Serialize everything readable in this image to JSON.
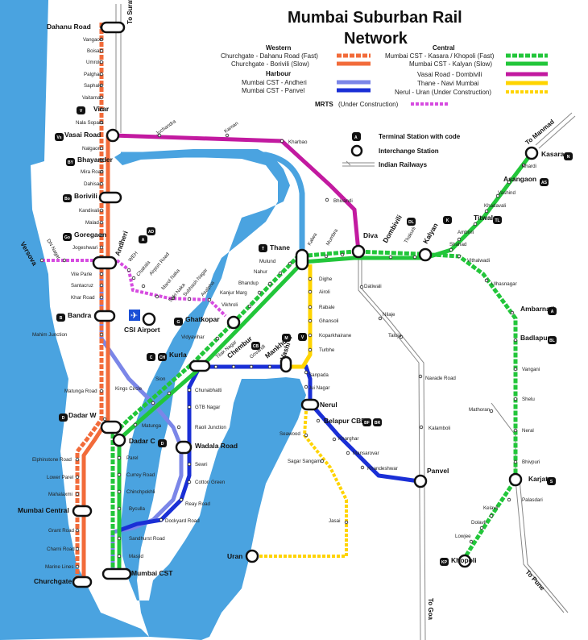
{
  "title": {
    "line1": "Mumbai Suburban Rail",
    "line2": "Network"
  },
  "directions": {
    "surat": "To Surat",
    "manmad": "To Manmad",
    "pune": "To Pune",
    "goa": "To Goa"
  },
  "colors": {
    "sea": "#4aa3e0",
    "western": "#f26b3a",
    "central_fast": "#22c63a",
    "central_slow": "#22c63a",
    "vasai": "#c21aa0",
    "harbour_andheri": "#7b86e8",
    "harbour_panvel": "#1a2fd6",
    "thane_navi": "#ffd400",
    "nerul_uran": "#ffd400",
    "mrts": "#d64ce0",
    "rail": "#888888",
    "terminal": "#111111"
  },
  "legend": {
    "western_header": "Western",
    "central_header": "Central",
    "harbour_header": "Harbour",
    "western_fast": "Churchgate - Dahanu Road (Fast)",
    "western_slow": "Churchgate - Borivili  (Slow)",
    "central_fast": "Mumbai CST - Kasara / Khopoli (Fast)",
    "central_slow": "Mumbai CST - Kalyan (Slow)",
    "vasai_diva": "Vasai Road - Dombivili",
    "thane_navi": "Thane - Navi Mumbai",
    "nerul_uran": "Nerul - Uran (Under Construction)",
    "harbour_andheri": "Mumbai CST - Andheri",
    "harbour_panvel": "Mumbai CST - Panvel",
    "mrts_name": "MRTS",
    "mrts_note": "(Under Construction)",
    "terminal_label": "Terminal Station with code",
    "terminal_code": "A",
    "interchange_label": "Interchange Station",
    "railways_label": "Indian Railways"
  },
  "interchanges": [
    {
      "name": "Dahanu Road"
    },
    {
      "name": "Vasai Road"
    },
    {
      "name": "Borivili"
    },
    {
      "name": "Andheri"
    },
    {
      "name": "Bandra"
    },
    {
      "name": "Dadar W"
    },
    {
      "name": "Dadar C"
    },
    {
      "name": "Mumbai Central"
    },
    {
      "name": "Churchgate"
    },
    {
      "name": "Mumbai CST"
    },
    {
      "name": "Kurla"
    },
    {
      "name": "Ghatkopar"
    },
    {
      "name": "Thane"
    },
    {
      "name": "Diva"
    },
    {
      "name": "Kalyan"
    },
    {
      "name": "Kasara"
    },
    {
      "name": "Vashi"
    },
    {
      "name": "Nerul"
    },
    {
      "name": "Panvel"
    },
    {
      "name": "Karjat"
    },
    {
      "name": "Khopoli"
    },
    {
      "name": "Uran"
    },
    {
      "name": "CSI Airport"
    },
    {
      "name": "Wadala Road"
    }
  ],
  "station_labels": [
    "Vangaon",
    "Boisar",
    "Umroli",
    "Palghar",
    "Saphale",
    "Vaitarna",
    "Virar",
    "Nala Sopara",
    "Nalgaon",
    "Bhayander",
    "Mira Road",
    "Dahisar",
    "Kandivali",
    "Malad",
    "Goregaon",
    "Jogeshwari",
    "Vile Parle",
    "Santacruz",
    "Khar Road",
    "Mahim Junction",
    "Matunga Road",
    "Elphinstone Road",
    "Lower Parel",
    "Mahalaxmi",
    "Grant Road",
    "Charni Road",
    "Marine Lines",
    "Parel",
    "Currey Road",
    "Chinchpokhli",
    "Byculla",
    "Sandhurst Road",
    "Masjid",
    "Matunga",
    "Sion",
    "Kings Circle",
    "Chunabhatti",
    "GTB Nagar",
    "Raoli Junction",
    "Sewri",
    "Cotton Green",
    "Reay Road",
    "Dockyard Road",
    "Vidyavihar",
    "Tilak Nagar",
    "Chembur",
    "Govandi",
    "Mankhurd",
    "Vikhroli",
    "Kanjur Marg",
    "Bhandup",
    "Nahur",
    "Mulund",
    "Kalwa",
    "Mumbra",
    "Dombivili",
    "Thakurli",
    "Juchandra",
    "Kaman",
    "Kharbao",
    "Bhivandi",
    "Shahad",
    "Ambivli",
    "Titwala",
    "Khadavali",
    "Vashind",
    "Asangaon",
    "Khardi",
    "Vithalwadi",
    "Ulhasnagar",
    "Ambarnath",
    "Badlapur",
    "Vangani",
    "Shelu",
    "Neral",
    "Bhivpuri",
    "Palasdari",
    "Kelavli",
    "Dolavli",
    "Lowjee",
    "Mathoran",
    "Dighe",
    "Airoli",
    "Rabale",
    "Ghansoli",
    "Koparkhairane",
    "Turbhe",
    "Sanpada",
    "Juinagar",
    "Belapur CBD",
    "Kharghar",
    "Mansarovar",
    "Khandeshwar",
    "Seawood",
    "Sagar Sangam",
    "Jasai",
    "Datiwali",
    "Nilaje",
    "Taloja",
    "Navade Road",
    "Kalamboli",
    "Versova",
    "DN Nagar",
    "WEH",
    "Chakala",
    "Airport Road",
    "Marol Naka",
    "Saki Naka",
    "Subhash Nagar",
    "Asalpha"
  ],
  "station_text": {
    "dahanu": "Dahanu Road",
    "vangaon": "Vangaon",
    "boisar": "Boisar",
    "umroli": "Umroli",
    "palghar": "Palghar",
    "saphale": "Saphale",
    "vaitarna": "Vaitarna",
    "virar": "Virar",
    "nalasopara": "Nala Sopara",
    "vasai": "Vasai Road",
    "nalgaon": "Nalgaon",
    "bhayander": "Bhayander",
    "mira": "Mira Road",
    "dahisar": "Dahisar",
    "borivili": "Borivili",
    "kandivali": "Kandivali",
    "malad": "Malad",
    "goregaon": "Goregaon",
    "jogeshwari": "Jogeshwari",
    "andheri": "Andheri",
    "vileparle": "Vile Parle",
    "santacruz": "Santacruz",
    "khar": "Khar Road",
    "bandra": "Bandra",
    "mahim": "Mahim Junction",
    "matungaroad": "Matunga Road",
    "dadarw": "Dadar W",
    "elphinstone": "Elphinstone Road",
    "lowerparel": "Lower Parel",
    "mahalaxmi": "Mahalaxmi",
    "mumbaicentral": "Mumbai Central",
    "grant": "Grant Road",
    "charni": "Charni Road",
    "marine": "Marine Lines",
    "churchgate": "Churchgate",
    "dadarc": "Dadar C",
    "parel": "Parel",
    "currey": "Currey Road",
    "chinch": "Chinchpokhli",
    "byculla": "Byculla",
    "sandhurst": "Sandhurst Road",
    "masjid": "Masjid",
    "cst": "Mumbai CST",
    "matunga": "Matunga",
    "sion": "Sion",
    "kings": "Kings Circle",
    "kurla": "Kurla",
    "vidyavihar": "Vidyavihar",
    "ghatkopar": "Ghatkopar",
    "vikhroli": "Vikhroli",
    "kanjur": "Kanjur Marg",
    "bhandup": "Bhandup",
    "nahur": "Nahur",
    "mulund": "Mulund",
    "thane": "Thane",
    "kalwa": "Kalwa",
    "mumbra": "Mumbra",
    "diva": "Diva",
    "dombivili": "Dombivili",
    "thakurli": "Thakurli",
    "kalyan": "Kalyan",
    "shahad": "Shahad",
    "ambivli": "Ambivli",
    "titwala": "Titwala",
    "khadavali": "Khadavali",
    "vashind": "Vashind",
    "asangaon": "Asangaon",
    "khardi": "Khardi",
    "kasara": "Kasara",
    "vithalwadi": "Vithalwadi",
    "ulhasnagar": "Ulhasnagar",
    "ambarnath": "Ambarnath",
    "badlapur": "Badlapur",
    "vangani": "Vangani",
    "shelu": "Shelu",
    "neral": "Neral",
    "bhivpuri": "Bhivpuri",
    "karjat": "Karjat",
    "palasdari": "Palasdari",
    "kelavli": "Kelavli",
    "dolavli": "Dolavli",
    "lowjee": "Lowjee",
    "khopoli": "Khopoli",
    "mathoran": "Mathoran",
    "juchandra": "Juchandra",
    "kaman": "Kaman",
    "kharbao": "Kharbao",
    "bhivandi": "Bhivandi",
    "dighe": "Dighe",
    "airoli": "Airoli",
    "rabale": "Rabale",
    "ghansoli": "Ghansoli",
    "koparkhairane": "Koparkhairane",
    "turbhe": "Turbhe",
    "vashi": "Vashi",
    "sanpada": "Sanpada",
    "juinagar": "Jui Nagar",
    "nerul": "Nerul",
    "belapur": "Belapur CBD",
    "kharghar": "Kharghar",
    "mansarovar": "Mansarovar",
    "khandeshwar": "Khandeshwar",
    "panvel": "Panvel",
    "seawood": "Seawood",
    "sagar": "Sagar Sangam",
    "jasai": "Jasai",
    "uran": "Uran",
    "datiwali": "Datiwali",
    "nilaje": "Nilaje",
    "taloja": "Taloja",
    "navade": "Navade Road",
    "kalamboli": "Kalamboli",
    "tilak": "Tilak Nagar",
    "chembur": "Chembur",
    "govandi": "Govandi",
    "mankhurd": "Mankhurd",
    "chuna": "Chunabhatti",
    "gtb": "GTB Nagar",
    "raoli": "Raoli Junction",
    "wadala": "Wadala Road",
    "sewri": "Sewri",
    "cotton": "Cotton Green",
    "reay": "Reay Road",
    "dockyard": "Dockyard Road",
    "versova": "Versova",
    "dnnagar": "DN Nagar",
    "weh": "WEH",
    "chakala": "Chakala",
    "airportrd": "Airport Road",
    "marol": "Marol Naka",
    "saki": "Saki Naka",
    "subhash": "Subhash Nagar",
    "asalpha": "Asalpha",
    "csi": "CSI Airport"
  },
  "codes": {
    "virar": "V",
    "vasai": "Vs",
    "bhayander": "BY",
    "borivili": "Bo",
    "goregaon": "Go",
    "andheri": "A",
    "andheri2": "AD",
    "bandra": "B",
    "dadarw": "D",
    "dadarc": "D",
    "ghatkopar": "G",
    "kurla1": "C",
    "kurla2": "CH",
    "chembur": "CB",
    "mankhurd": "M",
    "vashi": "V",
    "thane": "T",
    "dombivili": "DL",
    "kalyan": "K",
    "kasara": "N",
    "asangaon": "AS",
    "titwala": "TL",
    "ambarnath": "A",
    "badlapur": "BL",
    "belapur1": "BF",
    "belapur2": "BR",
    "karjat": "S",
    "khopoli": "KP"
  }
}
